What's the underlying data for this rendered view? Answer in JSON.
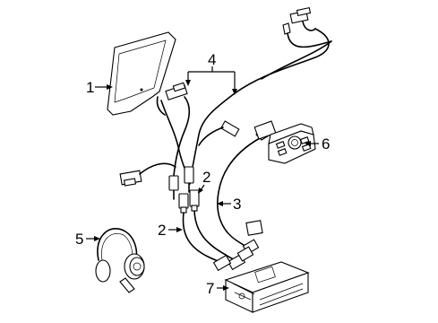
{
  "callouts": [
    {
      "id": "1",
      "label": "1"
    },
    {
      "id": "2a",
      "label": "2"
    },
    {
      "id": "2b",
      "label": "2"
    },
    {
      "id": "3",
      "label": "3"
    },
    {
      "id": "4",
      "label": "4"
    },
    {
      "id": "5",
      "label": "5"
    },
    {
      "id": "6",
      "label": "6"
    },
    {
      "id": "7",
      "label": "7"
    }
  ],
  "parts": [
    {
      "number": "1",
      "icon": "display-monitor"
    },
    {
      "number": "2",
      "icon": "cable-connector"
    },
    {
      "number": "3",
      "icon": "cable"
    },
    {
      "number": "4",
      "icon": "wiring-harness"
    },
    {
      "number": "5",
      "icon": "wireless-headphones"
    },
    {
      "number": "6",
      "icon": "control-switch-panel"
    },
    {
      "number": "7",
      "icon": "media-player-unit"
    }
  ]
}
